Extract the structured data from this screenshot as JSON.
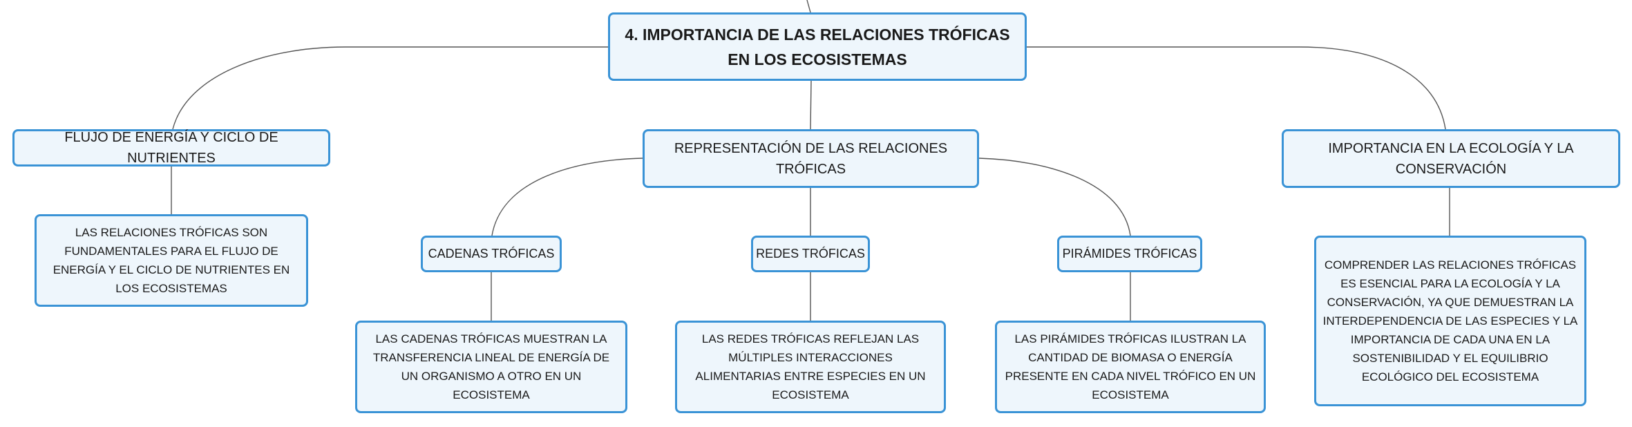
{
  "root": {
    "label": "4. IMPORTANCIA DE LAS RELACIONES TRÓFICAS EN LOS ECOSISTEMAS"
  },
  "topics": {
    "flujo": {
      "label": "FLUJO DE ENERGÍA Y CICLO DE NUTRIENTES",
      "detail": "LAS RELACIONES TRÓFICAS SON FUNDAMENTALES PARA EL FLUJO DE ENERGÍA Y EL CICLO DE NUTRIENTES EN LOS ECOSISTEMAS"
    },
    "representacion": {
      "label": "REPRESENTACIÓN DE LAS RELACIONES TRÓFICAS"
    },
    "importancia": {
      "label": "IMPORTANCIA EN LA ECOLOGÍA Y LA CONSERVACIÓN",
      "detail": "COMPRENDER LAS RELACIONES TRÓFICAS ES ESENCIAL PARA LA ECOLOGÍA Y LA CONSERVACIÓN, YA QUE DEMUESTRAN LA INTERDEPENDENCIA DE LAS ESPECIES Y LA IMPORTANCIA DE CADA UNA EN LA SOSTENIBILIDAD Y EL EQUILIBRIO ECOLÓGICO DEL ECOSISTEMA"
    }
  },
  "subtopics": {
    "cadenas": {
      "label": "CADENAS TRÓFICAS",
      "detail": "LAS CADENAS TRÓFICAS MUESTRAN LA TRANSFERENCIA LINEAL DE ENERGÍA DE UN ORGANISMO A OTRO EN UN ECOSISTEMA"
    },
    "redes": {
      "label": "REDES TRÓFICAS",
      "detail": "LAS REDES TRÓFICAS REFLEJAN LAS MÚLTIPLES INTERACCIONES ALIMENTARIAS ENTRE ESPECIES EN UN ECOSISTEMA"
    },
    "piramides": {
      "label": "PIRÁMIDES TRÓFICAS",
      "detail": "LAS PIRÁMIDES TRÓFICAS ILUSTRAN LA CANTIDAD DE BIOMASA O ENERGÍA PRESENTE EN CADA NIVEL TRÓFICO EN UN ECOSISTEMA"
    }
  },
  "colors": {
    "border": "#3a93d6",
    "fill": "#eef6fc",
    "line": "#555555"
  }
}
